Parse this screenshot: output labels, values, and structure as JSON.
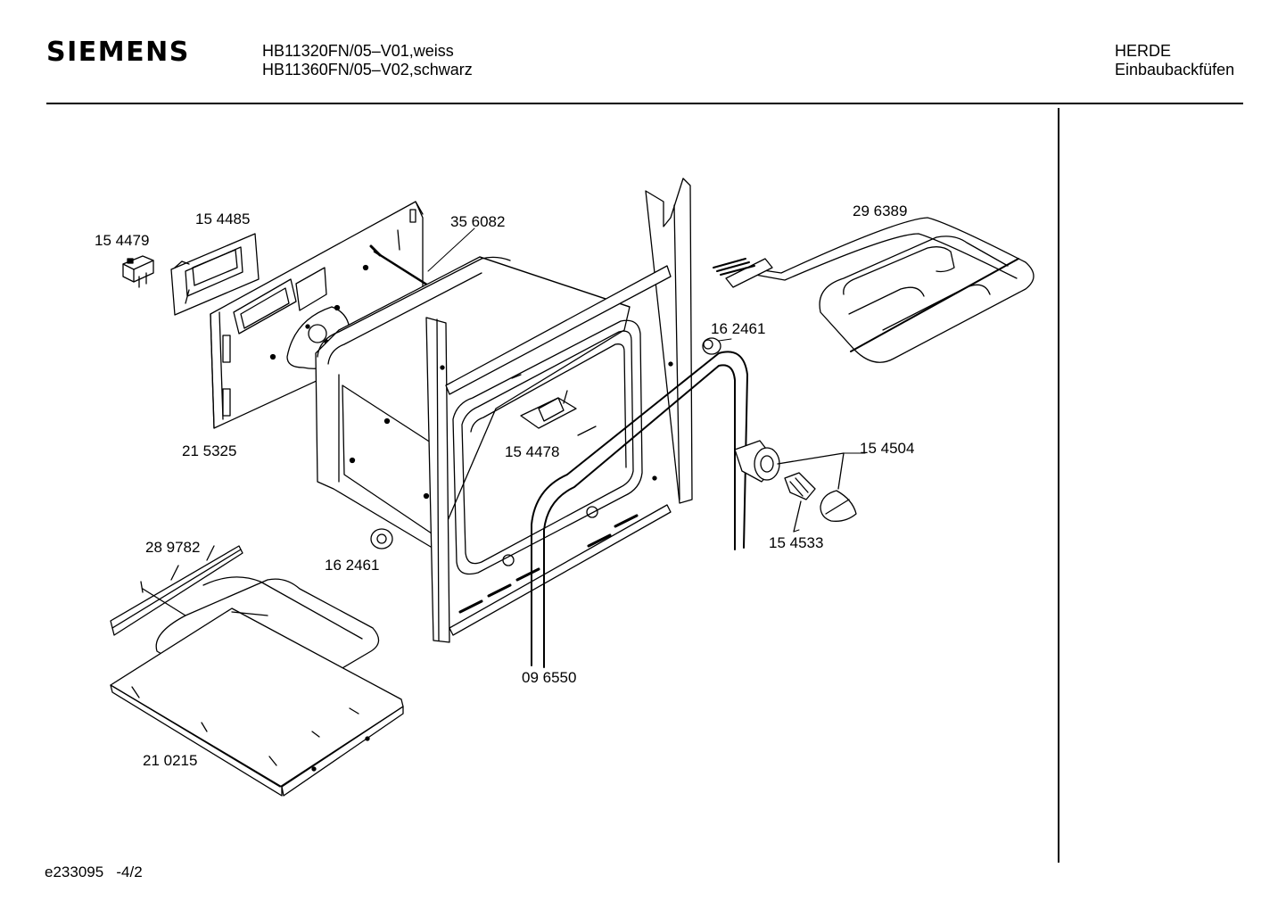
{
  "header": {
    "brand": "SIEMENS",
    "model_line_1": "HB11320FN/05–V01,weiss",
    "model_line_2": "HB11360FN/05–V02,schwarz",
    "category_line_1": "HERDE",
    "category_line_2": "Einbaubackfüfen"
  },
  "footer": {
    "doc_id": "e233095",
    "page": "-4/2"
  },
  "parts": [
    {
      "label": "15 4479"
    },
    {
      "label": "15 4485"
    },
    {
      "label": "35 6082"
    },
    {
      "label": "29 6389"
    },
    {
      "label": "16 2461"
    },
    {
      "label": "21 5325"
    },
    {
      "label": "15 4478"
    },
    {
      "label": "15 4504"
    },
    {
      "label": "28 9782"
    },
    {
      "label": "16 2461"
    },
    {
      "label": "15 4533"
    },
    {
      "label": "09 6550"
    },
    {
      "label": "21 0215"
    }
  ]
}
